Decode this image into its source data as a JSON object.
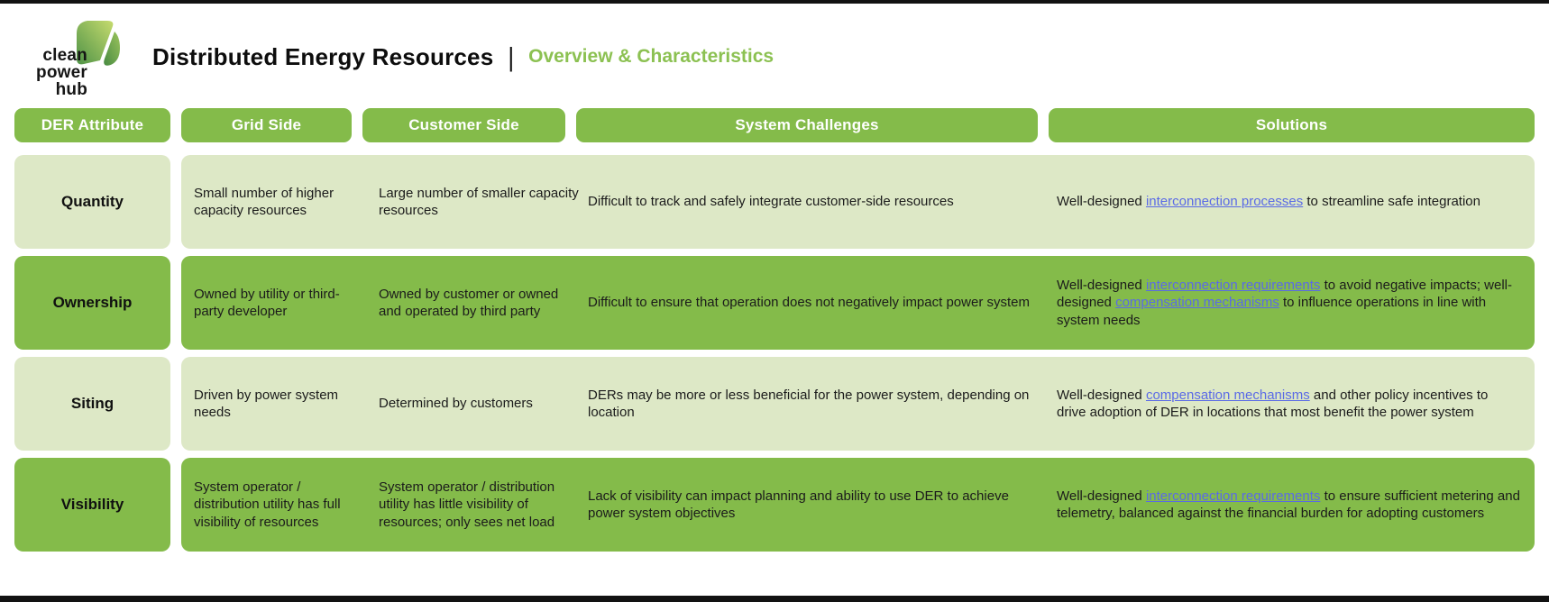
{
  "colors": {
    "accent_green": "#84BB4A",
    "light_green": "#DDE8C6",
    "subtitle_green": "#8CC152",
    "link_blue": "#5A6AE6",
    "edge_black": "#121212"
  },
  "logo": {
    "lines": [
      "clean",
      "power",
      "hub"
    ],
    "icon": "leaf-icon"
  },
  "header": {
    "title": "Distributed Energy Resources",
    "separator": "|",
    "subtitle": "Overview & Characteristics"
  },
  "table": {
    "headers": [
      "DER Attribute",
      "Grid Side",
      "Customer Side",
      "System Challenges",
      "Solutions"
    ],
    "rows": [
      {
        "shade": "light",
        "attribute": "Quantity",
        "grid_side": "Small number of higher capacity resources",
        "customer_side": "Large number of smaller capacity resources",
        "system_challenges": "Difficult to track and safely integrate customer-side resources",
        "solutions": [
          {
            "text": "Well-designed ",
            "link": false
          },
          {
            "text": "interconnection processes",
            "link": true
          },
          {
            "text": " to streamline safe integration",
            "link": false
          }
        ]
      },
      {
        "shade": "green",
        "attribute": "Ownership",
        "grid_side": "Owned by utility or third-party developer",
        "customer_side": "Owned by customer or owned and operated by third party",
        "system_challenges": "Difficult to ensure that operation does not negatively impact power system",
        "solutions": [
          {
            "text": "Well-designed ",
            "link": false
          },
          {
            "text": "interconnection requirements",
            "link": true
          },
          {
            "text": " to avoid negative impacts; well-designed ",
            "link": false
          },
          {
            "text": "compensation mechanisms",
            "link": true
          },
          {
            "text": " to influence operations in line with system needs",
            "link": false
          }
        ]
      },
      {
        "shade": "light",
        "attribute": "Siting",
        "grid_side": "Driven by power system needs",
        "customer_side": "Determined by customers",
        "system_challenges": "DERs may be more or less beneficial for the power system, depending on location",
        "solutions": [
          {
            "text": "Well-designed ",
            "link": false
          },
          {
            "text": "compensation mechanisms",
            "link": true
          },
          {
            "text": " and other policy incentives to drive adoption of DER in locations that most benefit the power system",
            "link": false
          }
        ]
      },
      {
        "shade": "green",
        "attribute": "Visibility",
        "grid_side": "System operator / distribution utility has full visibility of resources",
        "customer_side": "System operator / distribution utility has little visibility of resources; only sees net load",
        "system_challenges": "Lack of visibility can impact planning and ability to use DER to achieve power system objectives",
        "solutions": [
          {
            "text": "Well-designed ",
            "link": false
          },
          {
            "text": "interconnection requirements",
            "link": true
          },
          {
            "text": " to ensure sufficient metering and telemetry, balanced against the financial burden for adopting customers",
            "link": false
          }
        ]
      }
    ]
  }
}
